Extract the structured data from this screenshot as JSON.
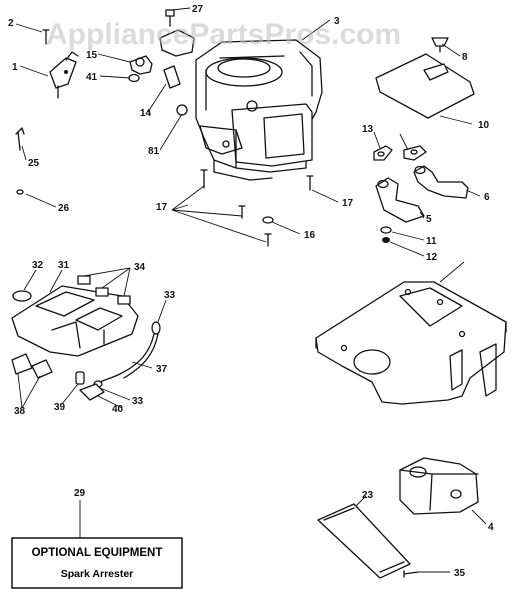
{
  "watermark": "AppliancePartsPros.com",
  "callouts": [
    "1",
    "2",
    "3",
    "4",
    "5",
    "6",
    "8",
    "10",
    "11",
    "12",
    "13",
    "14",
    "15",
    "16",
    "17",
    "23",
    "25",
    "26",
    "27",
    "29",
    "31",
    "32",
    "33",
    "34",
    "35",
    "37",
    "38",
    "39",
    "40",
    "41"
  ],
  "optional_box": {
    "title": "OPTIONAL EQUIPMENT",
    "subtitle": "Spark Arrester"
  }
}
